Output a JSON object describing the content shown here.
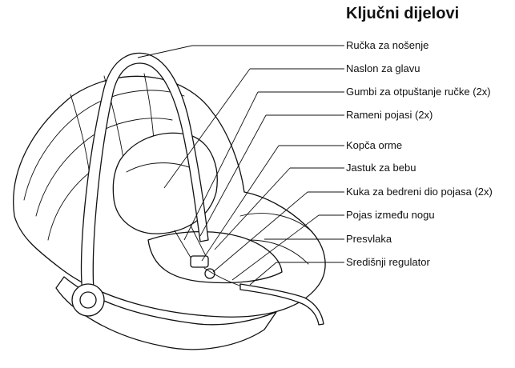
{
  "title": "Ključni dijelovi",
  "labels": [
    "Ručka za nošenje",
    "Naslon za glavu",
    "Gumbi za otpuštanje ručke (2x)",
    "Rameni pojasi (2x)",
    "Kopča orme",
    "Jastuk za bebu",
    "Kuka za bedreni dio pojasa (2x)",
    "Pojas između nogu",
    "Presvlaka",
    "Središnji regulator"
  ],
  "icons": [
    "infant-car-seat-illustration"
  ]
}
